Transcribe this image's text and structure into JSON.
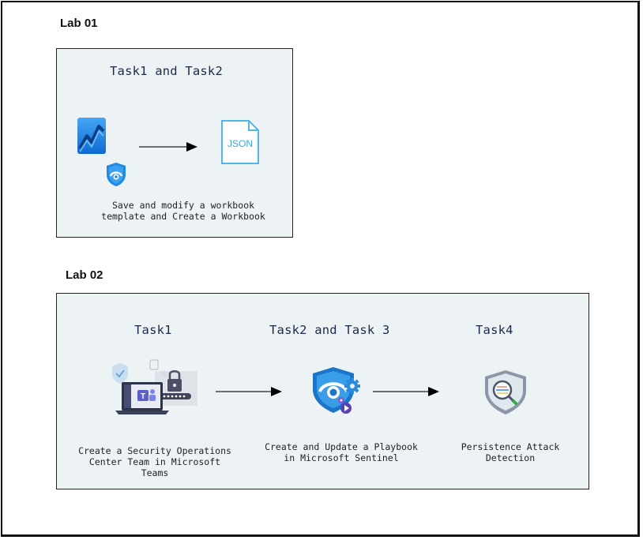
{
  "lab01": {
    "title": "Lab 01",
    "task_title": "Task1 and Task2",
    "caption": "Save and modify a workbook\ntemplate and Create a Workbook",
    "json_label": "JSON"
  },
  "lab02": {
    "title": "Lab 02",
    "tasks": [
      {
        "title": "Task1",
        "caption": "Create a Security Operations\nCenter Team in Microsoft\nTeams"
      },
      {
        "title": "Task2 and Task 3",
        "caption": "Create and Update a Playbook\nin Microsoft Sentinel"
      },
      {
        "title": "Task4",
        "caption": "Persistence Attack\nDetection"
      }
    ]
  },
  "colors": {
    "panel_bg": "#edf2f5",
    "azure_blue": "#1e88e5",
    "sentinel_blue": "#1b75c9",
    "teams_purple": "#5b5fc7"
  },
  "icons": {
    "workbook": "workbook-chart-icon",
    "sentinel": "sentinel-shield-icon",
    "json": "json-file-icon",
    "teams": "teams-laptop-icon",
    "playbook": "sentinel-playbook-icon",
    "detection": "detection-shield-icon"
  }
}
